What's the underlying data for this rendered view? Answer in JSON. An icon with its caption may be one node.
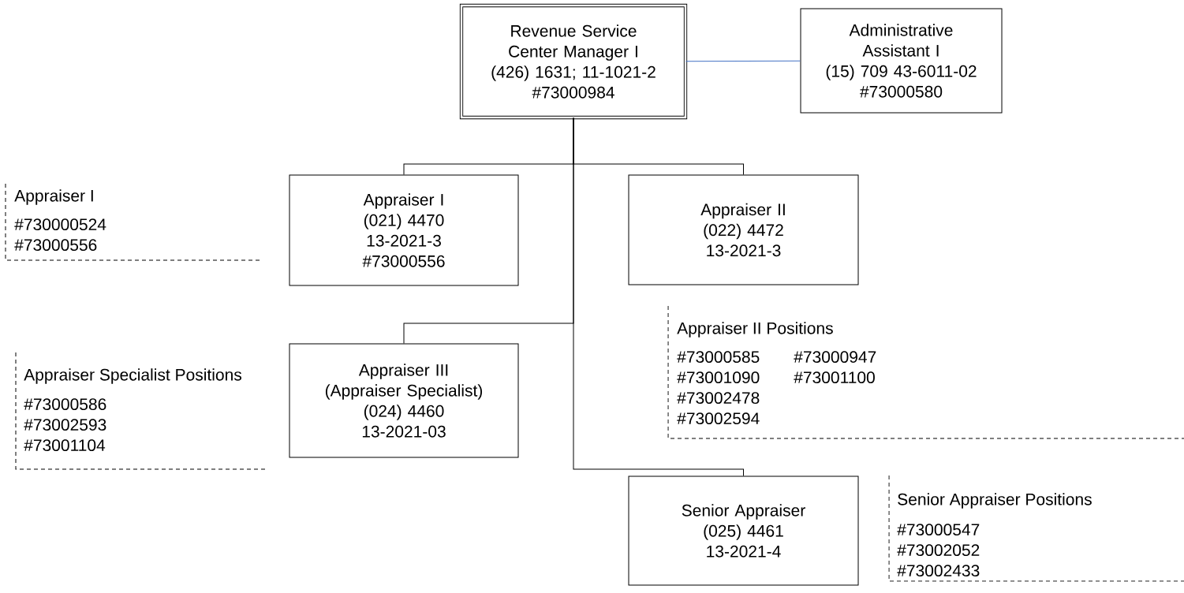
{
  "diagram": {
    "nodes": [
      {
        "text": [
          "Revenue Service Center Manager I",
          "(426) 1631; 11-1021-2",
          "#73000984"
        ]
      },
      {
        "text": [
          "Administrative Assistant I",
          "(15) 709 43-6011-02",
          "#73000580"
        ]
      },
      {
        "text": [
          "Appraiser I",
          "#730000524 #73000556"
        ]
      },
      {
        "text": [
          "Appraiser I",
          "(021) 4470",
          "13-2021-3",
          "#73000556"
        ]
      },
      {
        "text": [
          "Appraiser II",
          "(022) 4472",
          "13-2021-3"
        ]
      },
      {
        "text": [
          "Appraiser II Positions",
          "#73000585 #73001090 #73002478 #73002594",
          "#73000947 #73001100"
        ]
      },
      {
        "text": [
          "Appraiser Specialist Positions",
          "#73000586 #73002593 #73001104"
        ]
      },
      {
        "text": [
          "Appraiser III",
          "(Appraiser Specialist)",
          "(024) 4460",
          "13-2021-03"
        ]
      },
      {
        "text": [
          "Senior Appraiser",
          "(025) 4461",
          "13-2021-4"
        ]
      },
      {
        "text": [
          "Senior Appraiser Positions",
          "#73000547 #73002052 #73002433"
        ]
      }
    ],
    "edges": [
      {
        "from": 0,
        "to": 1,
        "arrow": "none",
        "color": "#4472c4"
      },
      {
        "from": 0,
        "to": 3,
        "arrow": "none"
      },
      {
        "from": 0,
        "to": 4,
        "arrow": "none"
      },
      {
        "from": 0,
        "to": 7,
        "arrow": "none"
      },
      {
        "from": 0,
        "to": 8,
        "arrow": "none"
      }
    ]
  }
}
